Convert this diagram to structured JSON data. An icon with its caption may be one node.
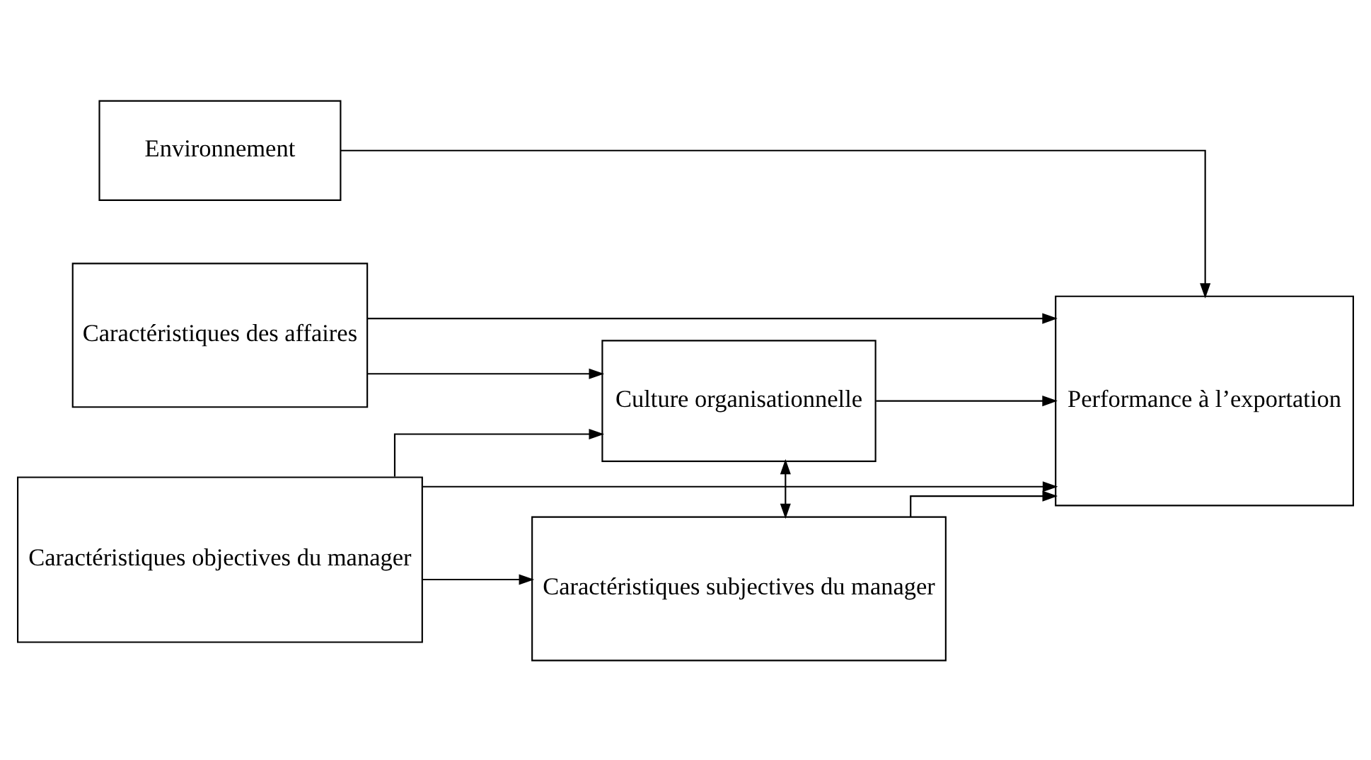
{
  "diagram": {
    "nodes": [
      {
        "text": [
          "Environnement"
        ]
      },
      {
        "text": [
          "Culture organisationnelle"
        ]
      },
      {
        "text": [
          "Performance à l’exportation"
        ]
      },
      {
        "text": [
          "Caractéristiques des affaires"
        ]
      },
      {
        "text": [
          "Caractéristiques subjectives du manager"
        ]
      },
      {
        "text": [
          "Caractéristiques objectives du manager"
        ]
      }
    ],
    "edges": [
      {
        "from": 0,
        "to": 2,
        "arrow": "to"
      },
      {
        "from": 3,
        "to": 1,
        "arrow": "to"
      },
      {
        "from": 5,
        "to": 1,
        "arrow": "to"
      },
      {
        "from": 1,
        "to": 2,
        "arrow": "to"
      },
      {
        "from": 3,
        "to": 2,
        "arrow": "to"
      },
      {
        "from": 1,
        "to": 4,
        "arrow": "both"
      },
      {
        "from": 4,
        "to": 2,
        "arrow": "to"
      },
      {
        "from": 5,
        "to": 4,
        "arrow": "to"
      },
      {
        "from": 5,
        "to": 2,
        "arrow": "to"
      }
    ]
  }
}
